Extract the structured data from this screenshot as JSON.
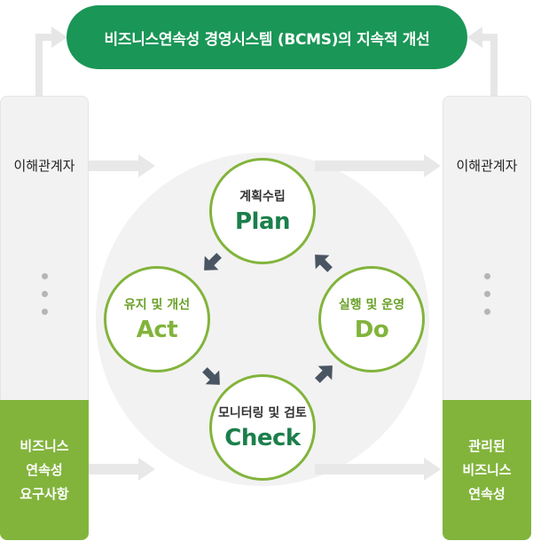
{
  "title": "비즈니스연속성 경영시스템 (BCMS)의 지속적 개선",
  "left": {
    "stakeholders": "이해관계자",
    "requirements": [
      "비즈니스",
      "연속성",
      "요구사항"
    ]
  },
  "right": {
    "stakeholders": "이해관계자",
    "outcome": [
      "관리된",
      "비즈니스",
      "연속성"
    ]
  },
  "cycle": {
    "plan": {
      "ko": "계획수립",
      "en": "Plan"
    },
    "do": {
      "ko": "실행 및 운영",
      "en": "Do"
    },
    "check": {
      "ko": "모니터링 및 검토",
      "en": "Check"
    },
    "act": {
      "ko": "유지 및 개선",
      "en": "Act"
    }
  },
  "colors": {
    "dark_green": "#1a9657",
    "light_green": "#82b43c",
    "arrow": "#4a5563",
    "panel": "#f2f2f2"
  }
}
